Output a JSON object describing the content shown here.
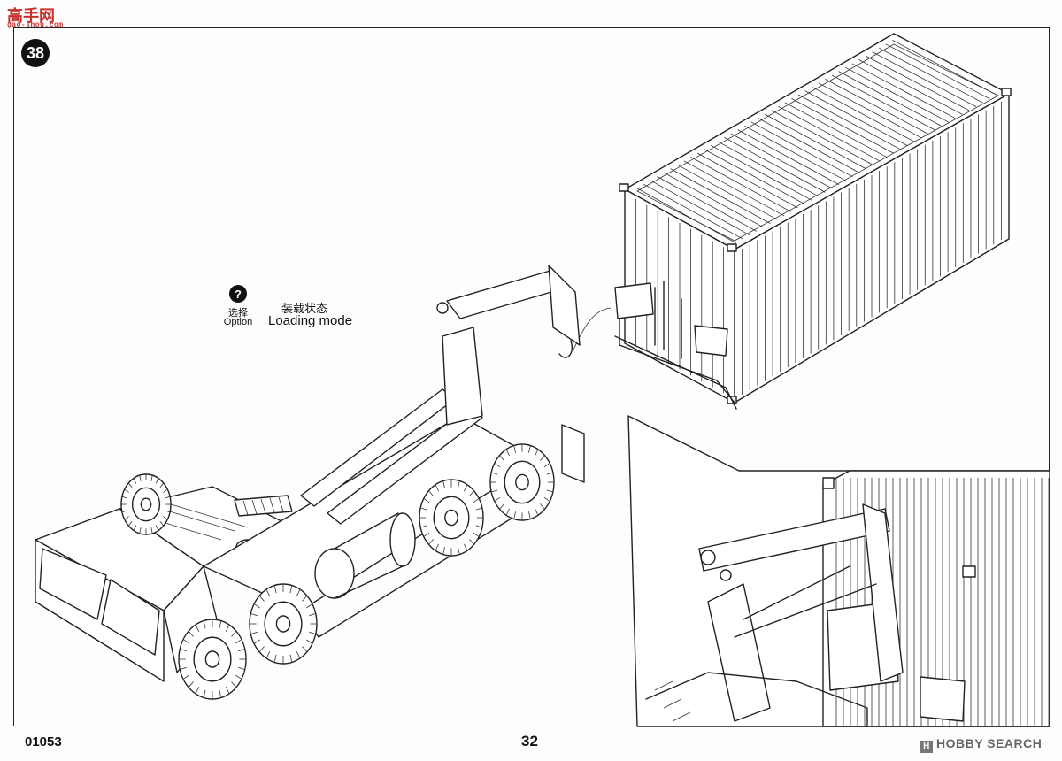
{
  "step": {
    "number": "38"
  },
  "option": {
    "icon": "?",
    "label_cn": "选择",
    "label_en": "Option"
  },
  "mode": {
    "label_cn": "装载状态",
    "label_en": "Loading mode"
  },
  "footer": {
    "code": "01053",
    "page_number": "32"
  },
  "watermark": {
    "top_left": "高手网",
    "top_left_sub": "gao-shou.com",
    "bottom_right": "HOBBY SEARCH"
  },
  "colors": {
    "line": "#222222",
    "paper": "#fdfdfd",
    "watermark_red": "#c8312b"
  }
}
